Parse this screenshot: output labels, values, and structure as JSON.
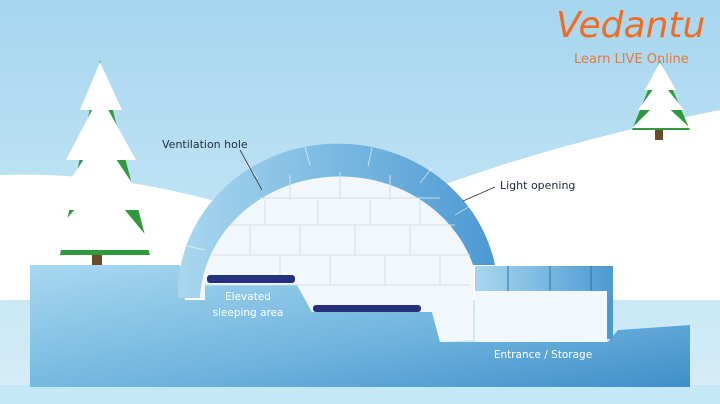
{
  "logo": {
    "brand": "Vedantu",
    "tagline": "Learn LIVE Online",
    "color": "#f26b21"
  },
  "labels": {
    "ventilation_hole": "Ventilation hole",
    "light_opening": "Light opening",
    "sleeping_line1": "Elevated",
    "sleeping_line2": "sleeping area",
    "entrance": "Entrance / Storage"
  },
  "colors": {
    "sky": "#bfe3f4",
    "snow": "#ffffff",
    "ground": "#6fb4de",
    "bed": "#25307f",
    "tree": "#2f9a3c"
  }
}
